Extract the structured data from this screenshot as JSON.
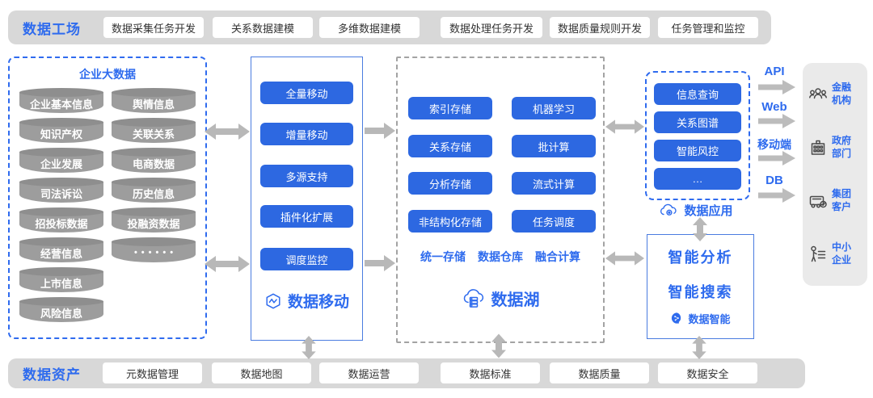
{
  "colors": {
    "accent_blue": "#2d68e1",
    "text_blue": "#2e6bee",
    "bar_gray": "#d8d8d8",
    "cylinder_gray": "#9d9d9d",
    "arrow_gray": "#b8b8b8",
    "panel_gray": "#eaeaea"
  },
  "top_bar": {
    "title": "数据工场",
    "pills": [
      "数据采集任务开发",
      "关系数据建模",
      "多维数据建模",
      "数据处理任务开发",
      "数据质量规则开发",
      "任务管理和监控"
    ]
  },
  "bottom_bar": {
    "title": "数据资产",
    "pills": [
      "元数据管理",
      "数据地图",
      "数据运营",
      "数据标准",
      "数据质量",
      "数据安全"
    ]
  },
  "enterprise": {
    "title": "企业大数据",
    "col1": [
      "企业基本信息",
      "知识产权",
      "企业发展",
      "司法诉讼",
      "招投标数据",
      "经营信息",
      "上市信息",
      "风险信息"
    ],
    "col2": [
      "舆情信息",
      "关联关系",
      "电商数据",
      "历史信息",
      "投融资数据",
      "••••••"
    ]
  },
  "mobility": {
    "title": "数据移动",
    "buttons": [
      "全量移动",
      "增量移动",
      "多源支持",
      "插件化扩展",
      "调度监控"
    ]
  },
  "lake": {
    "title": "数据湖",
    "storage": [
      "索引存储",
      "关系存储",
      "分析存储",
      "非结构化存储"
    ],
    "compute": [
      "机器学习",
      "批计算",
      "流式计算",
      "任务调度"
    ],
    "captions": [
      "统一存储",
      "数据仓库",
      "融合计算"
    ]
  },
  "app": {
    "title": "数据应用",
    "buttons": [
      "信息查询",
      "关系图谱",
      "智能风控",
      "…"
    ]
  },
  "intelligence": {
    "line1": "智能分析",
    "line2": "智能搜索",
    "badge": "数据智能"
  },
  "channels": [
    "API",
    "Web",
    "移动端",
    "DB"
  ],
  "customers": [
    "金融机构",
    "政府部门",
    "集团客户",
    "中小企业"
  ],
  "icons": {
    "mobility": "hexagon-pulse-icon",
    "lake": "cloud-database-icon",
    "app": "cloud-gear-icon",
    "intelligence": "brain-icon",
    "customer_0": "finance-institution-icon",
    "customer_1": "government-building-icon",
    "customer_2": "group-customer-vehicle-icon",
    "customer_3": "sme-person-list-icon"
  }
}
